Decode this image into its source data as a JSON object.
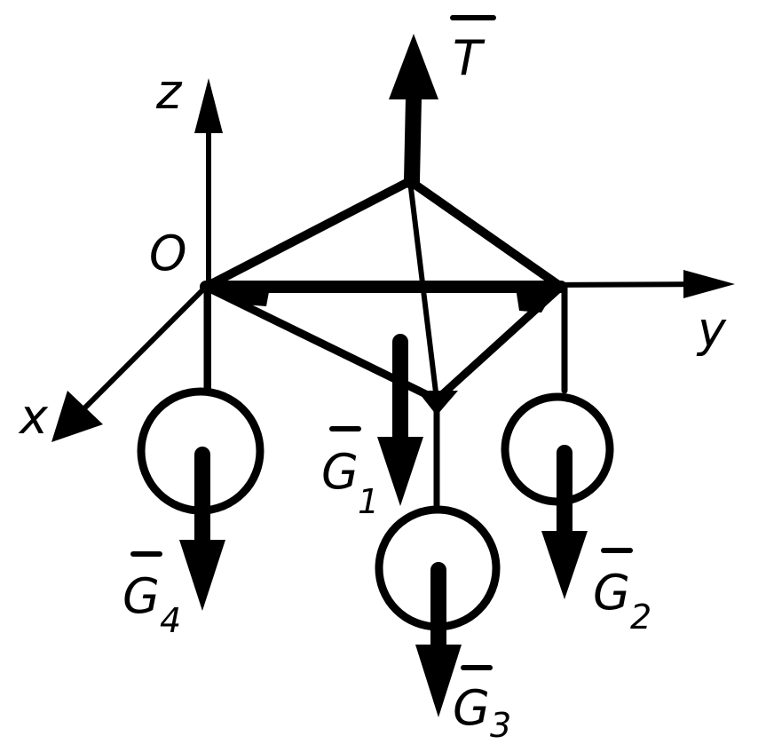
{
  "labels": {
    "axis_z": "z",
    "axis_x": "x",
    "axis_y": "y",
    "origin": "O",
    "force_T": "T",
    "weight_symbol": "G",
    "sub_1": "1",
    "sub_2": "2",
    "sub_3": "3",
    "sub_4": "4"
  },
  "colors": {
    "ink": "#000000",
    "background": "#ffffff"
  }
}
